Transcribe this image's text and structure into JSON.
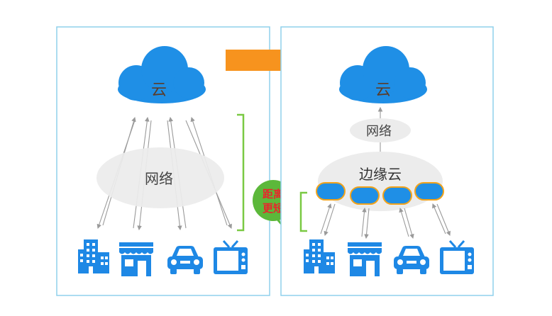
{
  "left_panel": {
    "cloud_label": "云",
    "network_label": "网络",
    "devices": [
      "building-icon",
      "store-icon",
      "car-icon",
      "tv-icon"
    ]
  },
  "right_panel": {
    "cloud_label": "云",
    "network_label": "网络",
    "edge_label": "边缘云",
    "devices": [
      "building-icon",
      "store-icon",
      "car-icon",
      "tv-icon"
    ]
  },
  "callout": {
    "line1": "距离",
    "line2": "更短"
  },
  "colors": {
    "panel_border": "#8fd0ec",
    "cloud_blue": "#1f8fe6",
    "cloud_label": "#5a3d2b",
    "network_fill": "#ececec",
    "edge_node_fill": "#1f8fe6",
    "edge_node_border": "#f2a31b",
    "arrow_orange": "#f7931e",
    "bracket_green": "#7ac943",
    "callout_green": "#5cb83a",
    "callout_text": "#e8262c",
    "icon_blue": "#1e88e5"
  }
}
